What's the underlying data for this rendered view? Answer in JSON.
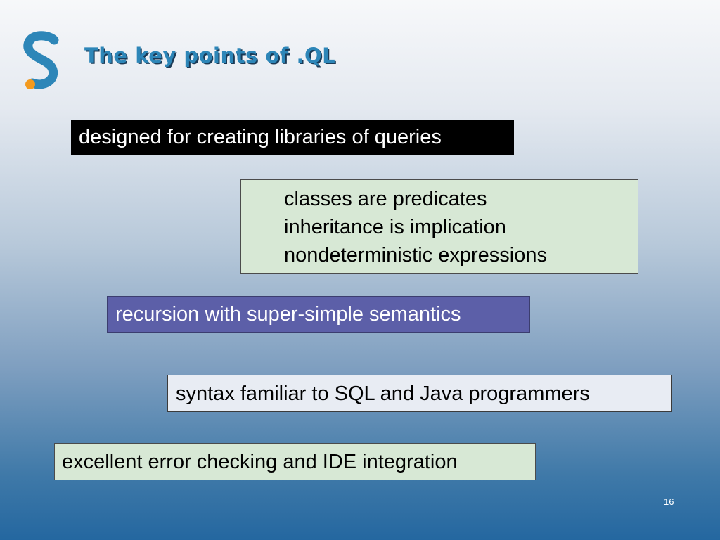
{
  "slide": {
    "title": "The key points of .QL",
    "page_number": "16",
    "logo": {
      "icon": "s-logo-icon",
      "letter_color": "#2d86b8",
      "dot_color": "#f39a1e"
    }
  },
  "points": {
    "libraries": "designed for creating libraries of queries",
    "classes": [
      "classes are predicates",
      "inheritance is implication",
      "nondeterministic expressions"
    ],
    "recursion": "recursion with super-simple semantics",
    "syntax": "syntax familiar to SQL and Java programmers",
    "ide": "excellent error checking and IDE integration"
  },
  "colors": {
    "title": "#2d86b8",
    "dark_box": "#000000",
    "green_box": "#d7e8d5",
    "purple_box": "#5c5fa8",
    "light_box": "#e8ecf3"
  }
}
